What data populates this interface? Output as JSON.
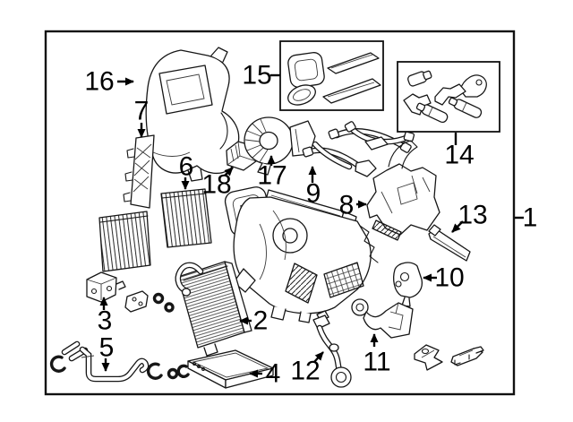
{
  "figure": {
    "kind": "exploded-parts-diagram",
    "background_color": "#ffffff",
    "line_color": "#000000",
    "has_outer_border": true,
    "inset_boxes": 2
  },
  "callouts": [
    {
      "label": "16",
      "part": "air-inlet-housing"
    },
    {
      "label": "7",
      "part": "side-bracket"
    },
    {
      "label": "15",
      "part": "seal-kit-box"
    },
    {
      "label": "14",
      "part": "hardware-kit-box"
    },
    {
      "label": "17",
      "part": "blower-motor"
    },
    {
      "label": "18",
      "part": "blower-resistor"
    },
    {
      "label": "6",
      "part": "cabin-air-filter"
    },
    {
      "label": "9",
      "part": "linkage-rods"
    },
    {
      "label": "8",
      "part": "duct-housing"
    },
    {
      "label": "13",
      "part": "trim-bar"
    },
    {
      "label": "1",
      "part": "complete-assembly"
    },
    {
      "label": "10",
      "part": "actuator-motor"
    },
    {
      "label": "2",
      "part": "evaporator-core"
    },
    {
      "label": "3",
      "part": "expansion-valve"
    },
    {
      "label": "5",
      "part": "ac-pipe-assembly"
    },
    {
      "label": "4",
      "part": "heater-core"
    },
    {
      "label": "12",
      "part": "drain-hose"
    },
    {
      "label": "11",
      "part": "mounting-bracket"
    }
  ]
}
